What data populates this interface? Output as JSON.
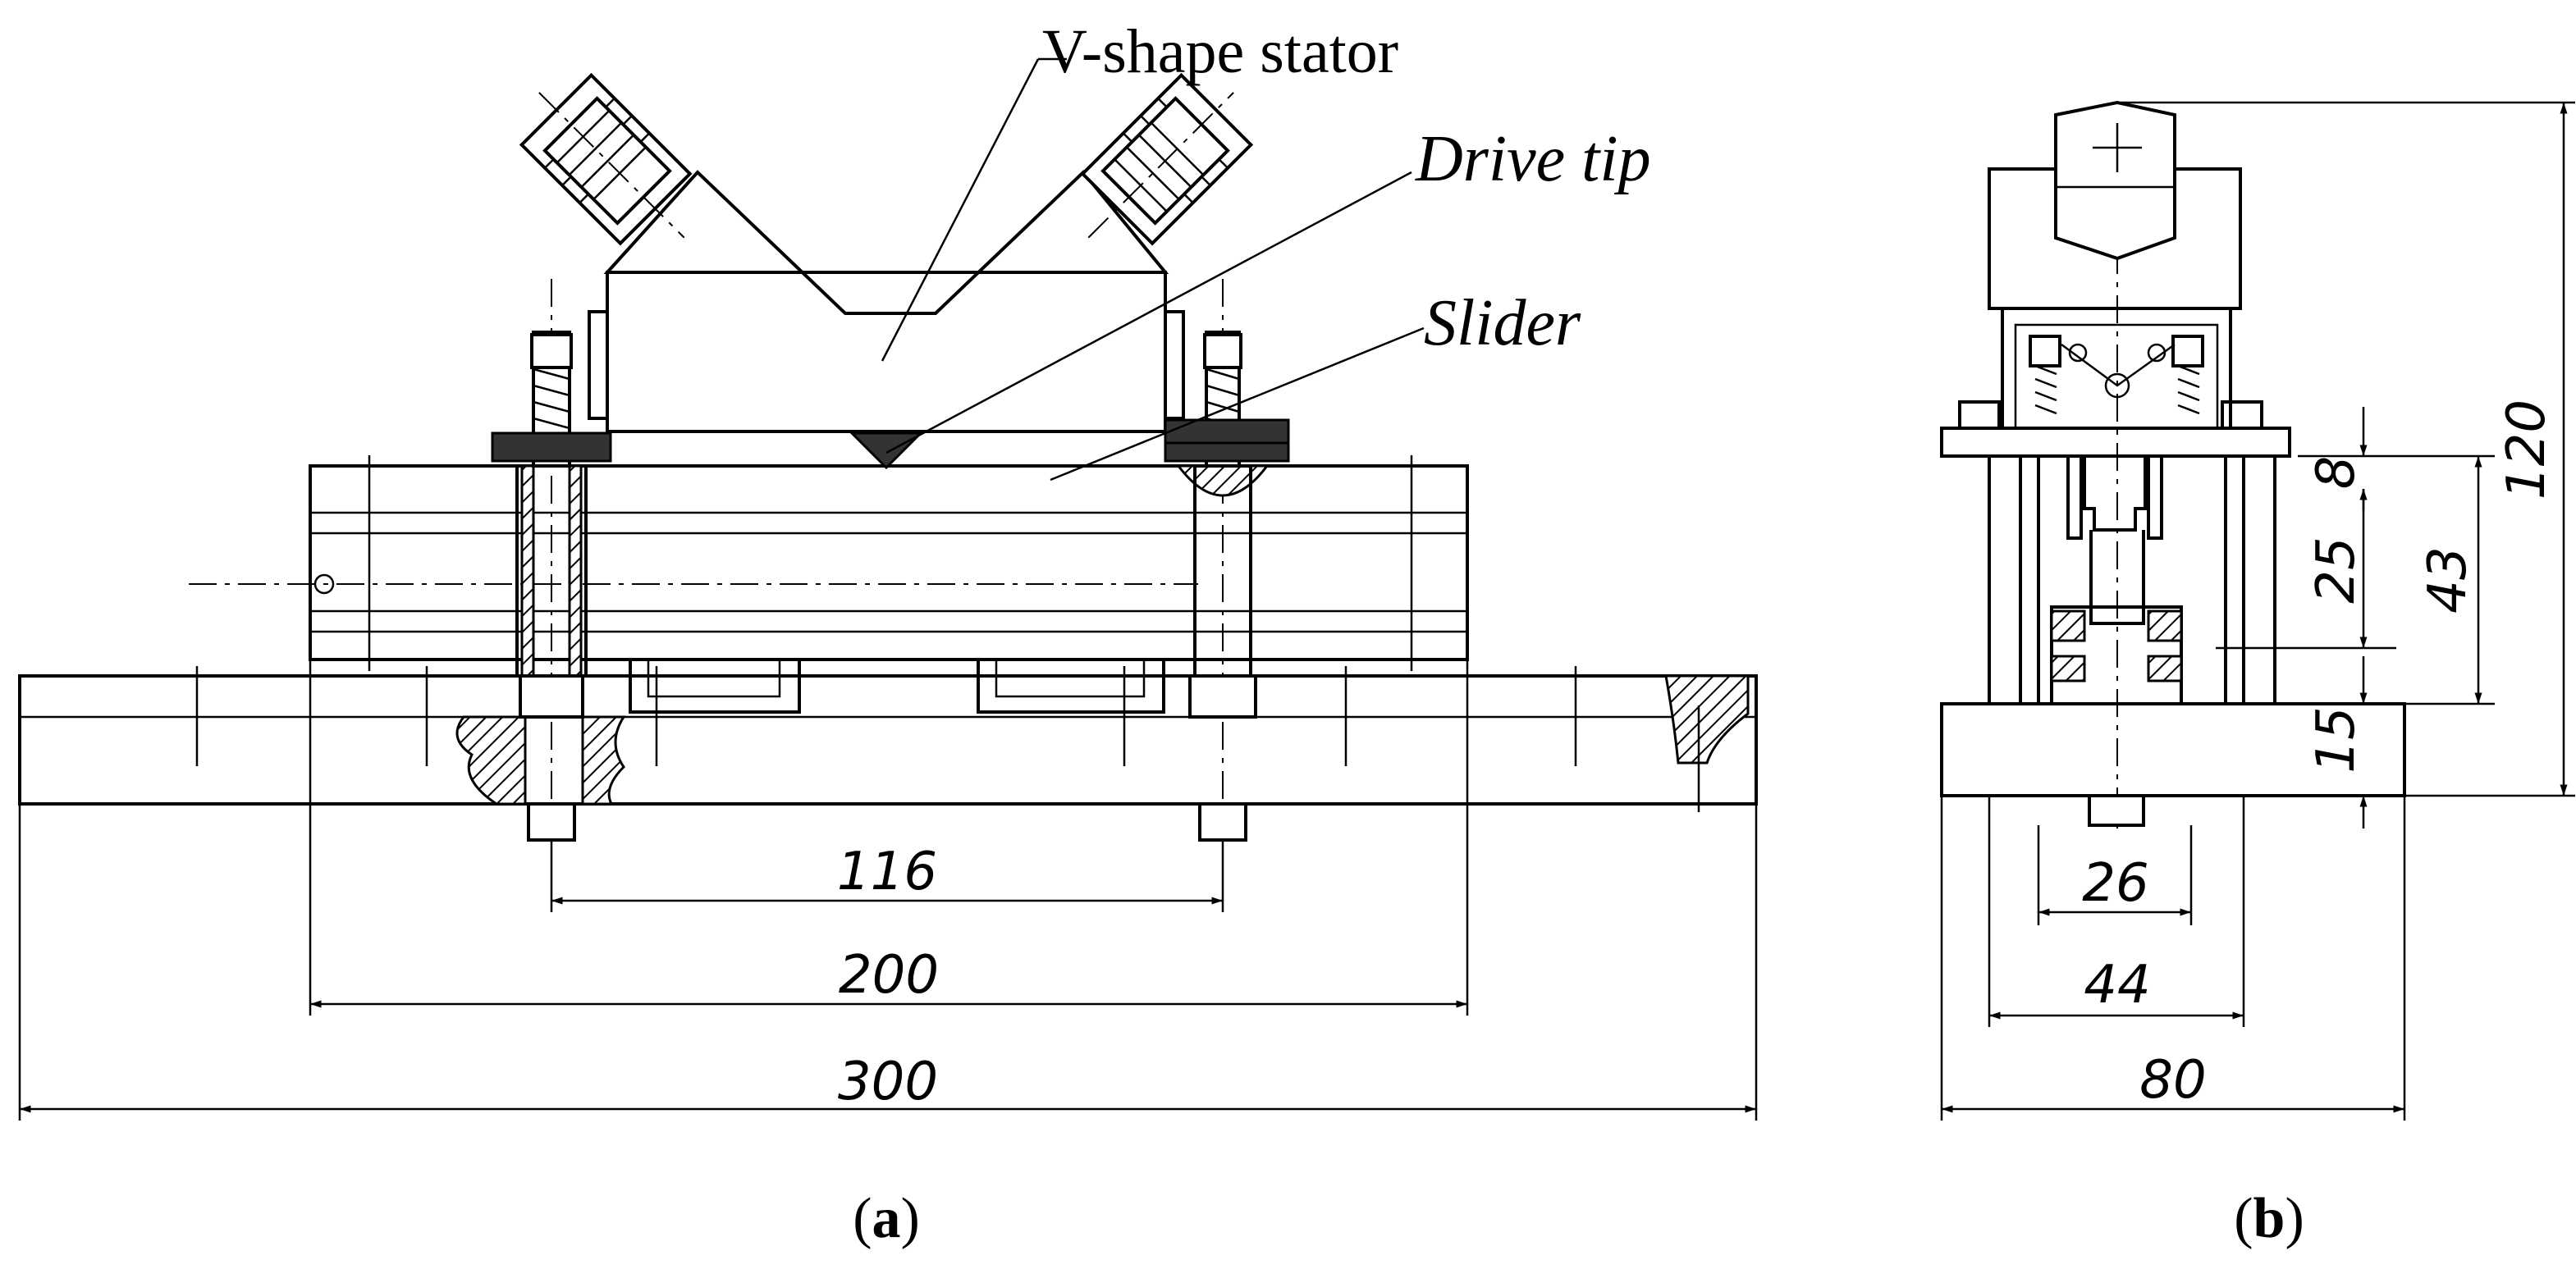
{
  "labels": {
    "stator": "V-shape stator",
    "drive_tip": "Drive tip",
    "slider": "Slider"
  },
  "dimensions_a": {
    "bolt_spacing": "116",
    "slider_length": "200",
    "base_length": "300"
  },
  "dimensions_b": {
    "overall_height": "120",
    "gap_height": "8",
    "rail_height": "25",
    "block_height": "43",
    "base_height": "15",
    "rail_width": "26",
    "block_width": "44",
    "base_width": "80"
  },
  "captions": {
    "a_open": "(",
    "a_letter": "a",
    "a_close": ")",
    "b_open": "(",
    "b_letter": "b",
    "b_close": ")"
  }
}
